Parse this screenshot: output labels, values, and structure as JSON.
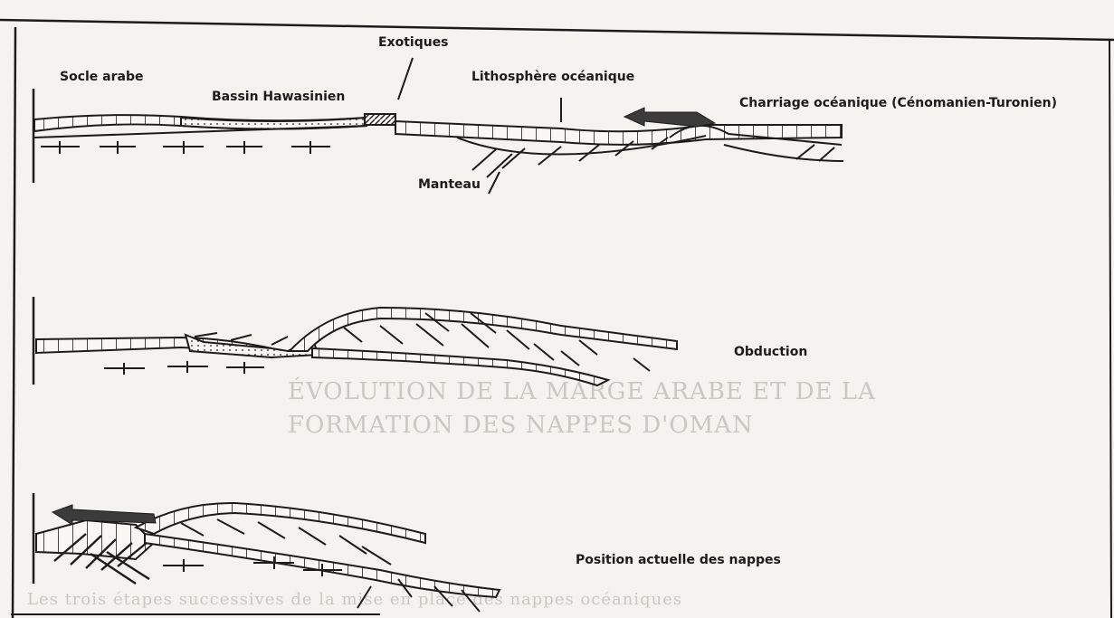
{
  "stage1": {
    "socle": "Socle arabe",
    "bassin": "Bassin Hawasinien",
    "exotiques": "Exotiques",
    "lithosphere": "Lithosphère océanique",
    "charriage": "Charriage océanique (Cénomanien-Turonien)",
    "manteau": "Manteau"
  },
  "stage2": {
    "label": "Obduction"
  },
  "stage3": {
    "label": "Position actuelle des nappes"
  },
  "colors": {
    "ink": "#1c1c1c",
    "paper": "#f4f3ef",
    "bleed": "#c9c8c3"
  }
}
